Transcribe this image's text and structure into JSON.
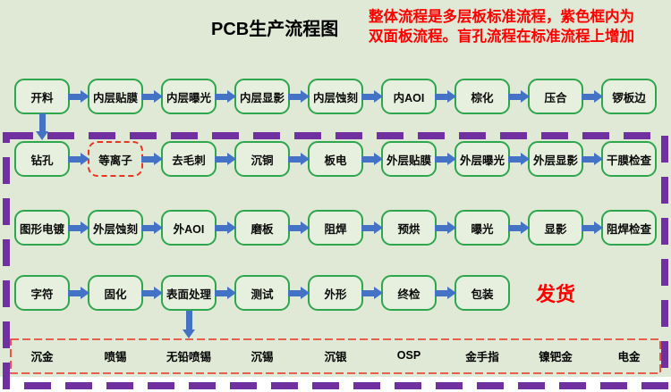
{
  "title": "PCB生产流程图",
  "note": {
    "line1": "整体流程是多层板标准流程，紫色框内为",
    "line2": "双面板流程。盲孔流程在标准流程上增加"
  },
  "rows": [
    {
      "steps": [
        "开料",
        "内层贴膜",
        "内层曝光",
        "内层显影",
        "内层蚀刻",
        "内AOI",
        "棕化",
        "压合",
        "锣板边"
      ]
    },
    {
      "steps": [
        "钻孔",
        "等离子",
        "去毛刺",
        "沉铜",
        "板电",
        "外层贴膜",
        "外层曝光",
        "外层显影",
        "干膜检查"
      ]
    },
    {
      "steps": [
        "图形电镀",
        "外层蚀刻",
        "外AOI",
        "磨板",
        "阻焊",
        "预烘",
        "曝光",
        "显影",
        "阻焊检查"
      ]
    },
    {
      "steps": [
        "字符",
        "固化",
        "表面处理",
        "测试",
        "外形",
        "终检",
        "包装"
      ]
    }
  ],
  "ship_label": "发货",
  "surface_options": [
    "沉金",
    "喷锡",
    "无铅喷锡",
    "沉锡",
    "沉银",
    "OSP",
    "金手指",
    "镍钯金",
    "电金"
  ],
  "colors": {
    "background": "#dfe9d5",
    "box_border_green": "#2ea64d",
    "arrow_blue": "#4472c4",
    "purple_frame": "#7030a0",
    "highlight_red": "#fe0000"
  }
}
